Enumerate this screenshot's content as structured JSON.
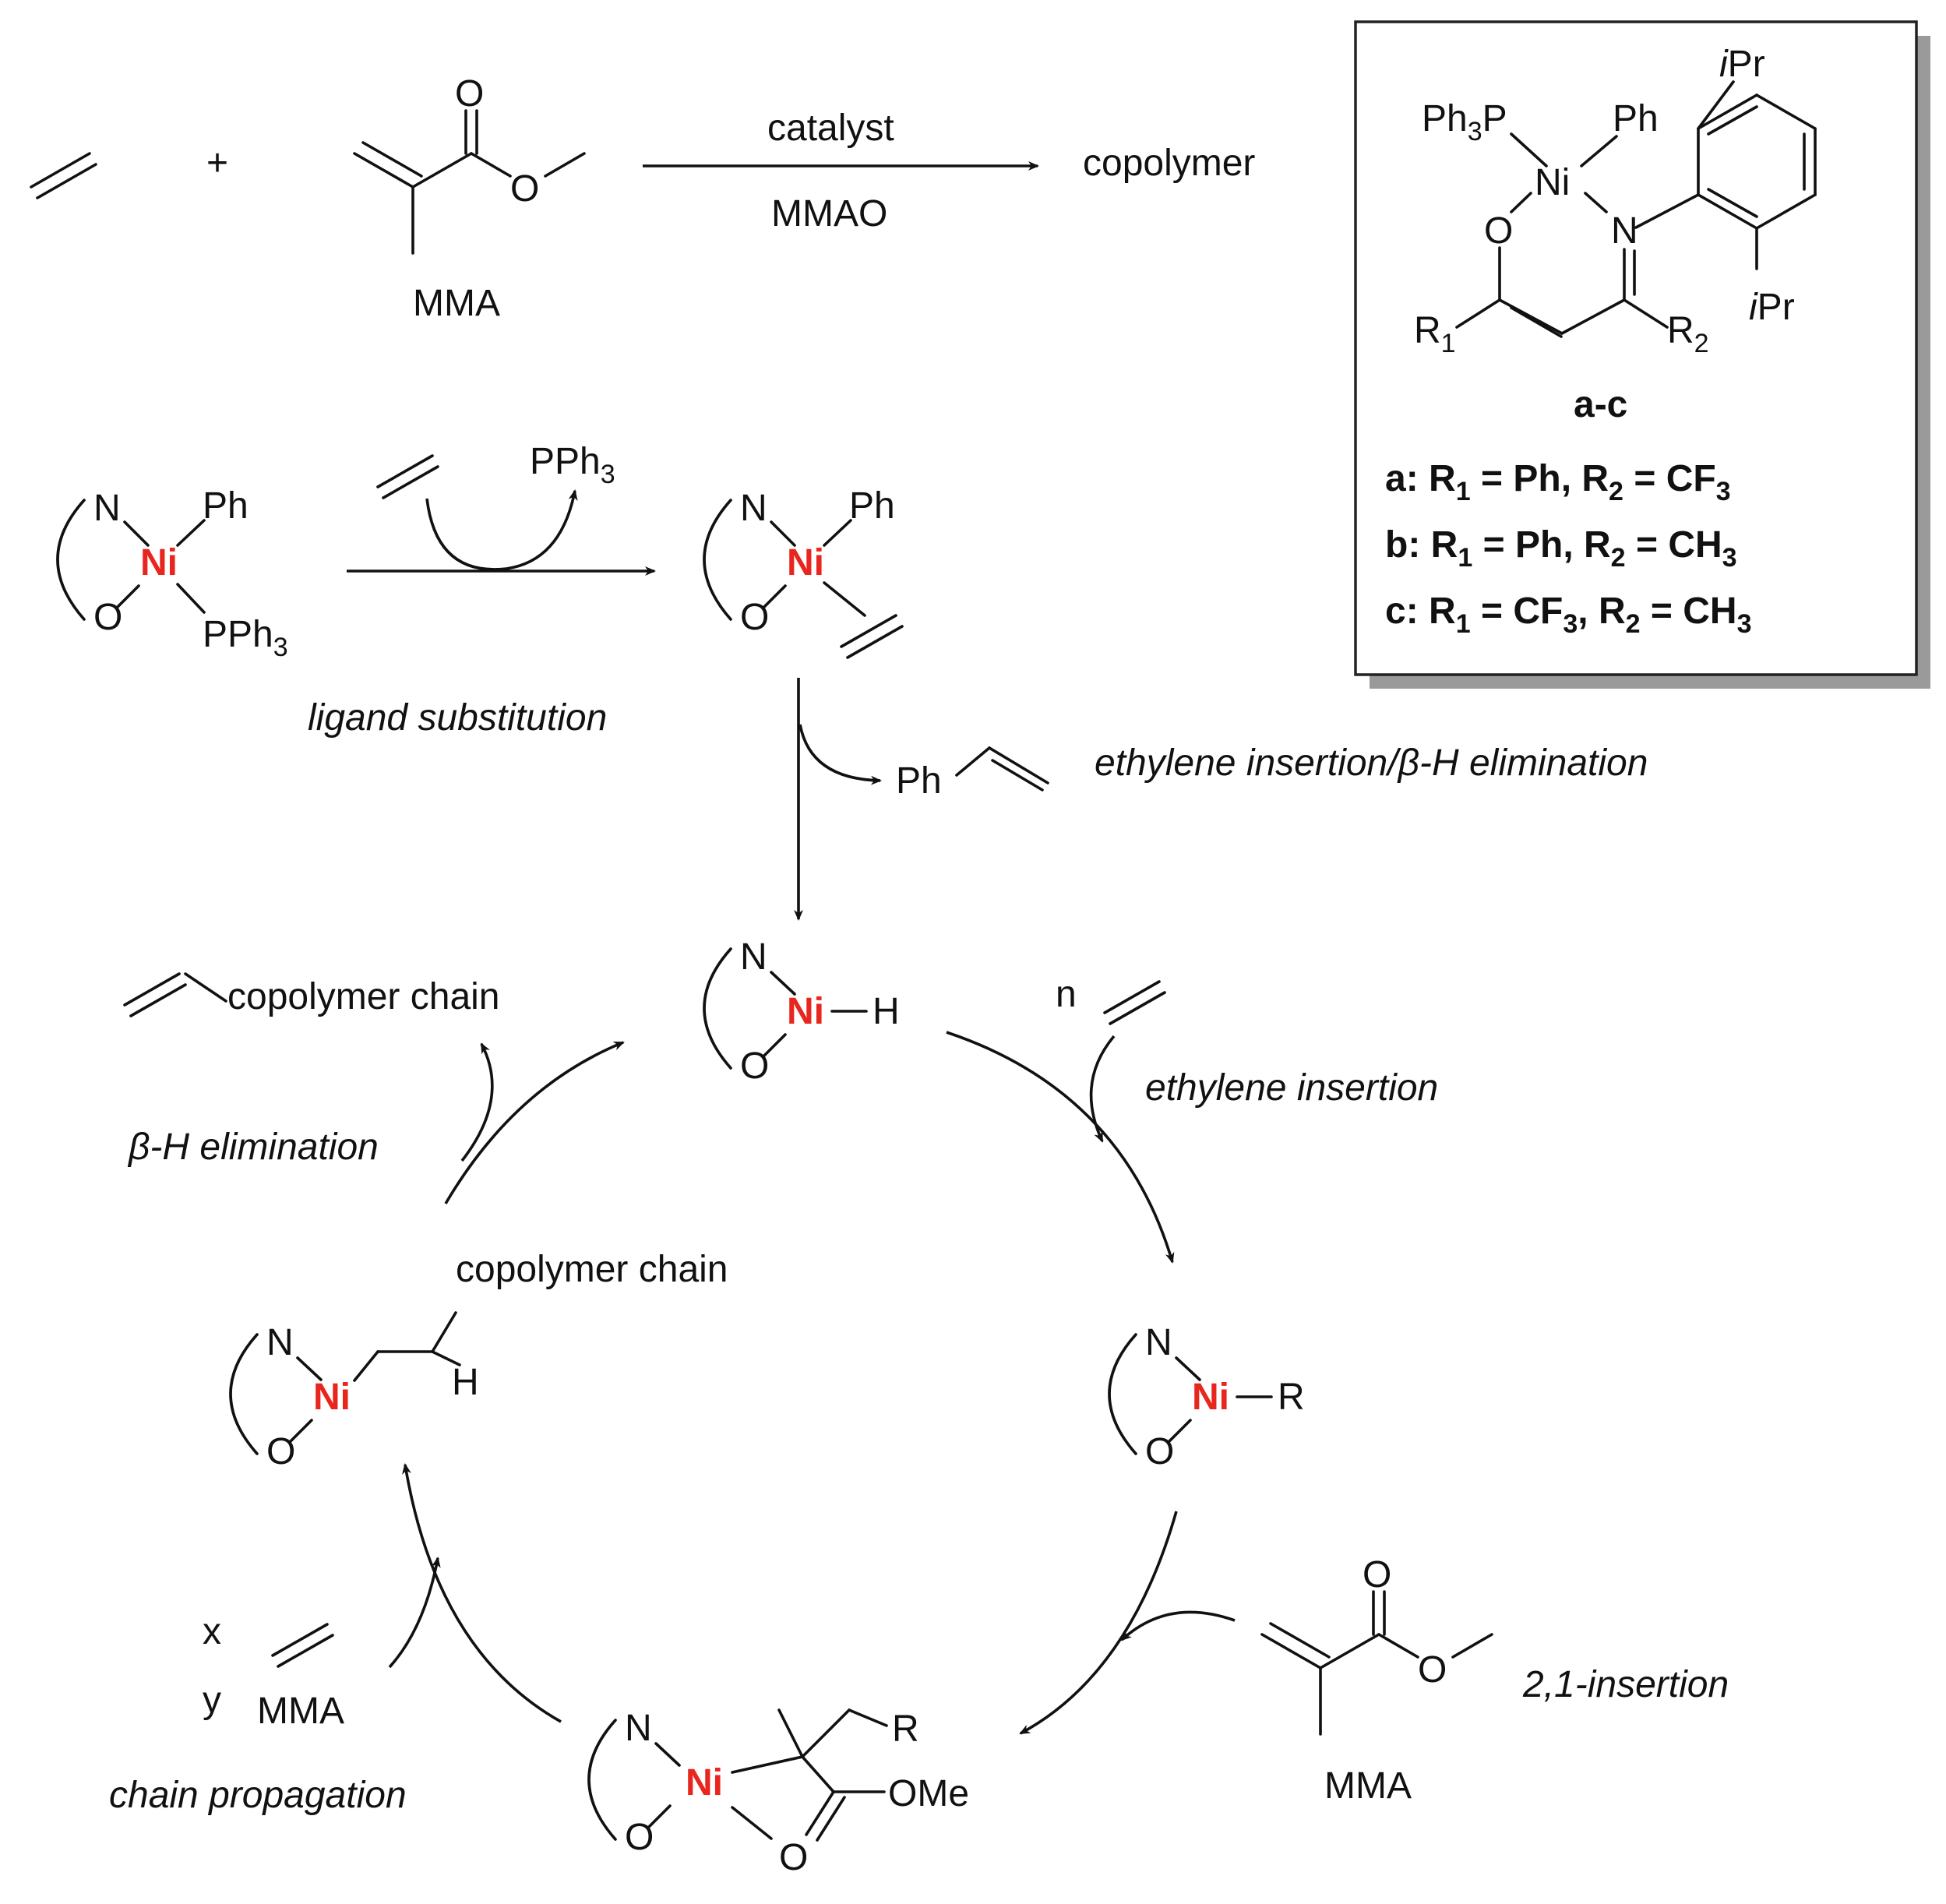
{
  "top_reaction": {
    "plus": "+",
    "mma_label": "MMA",
    "arrow_above": "catalyst",
    "arrow_below": "MMAO",
    "product": "copolymer",
    "atom_O": "O"
  },
  "catalyst_box": {
    "ipr": "iPr",
    "ph3p": "Ph",
    "ph3p_sub": "3",
    "ph3p_end": "P",
    "ph": "Ph",
    "ni": "Ni",
    "o": "O",
    "n": "N",
    "r1": "R",
    "r1_sub": "1",
    "r2": "R",
    "r2_sub": "2",
    "compound_label": "a-c",
    "variants": [
      {
        "id": "a:",
        "r1": "Ph",
        "r2_main": "CF",
        "r2_sub": "3"
      },
      {
        "id": "b:",
        "r1": "Ph",
        "r2_main": "CH",
        "r2_sub": "3"
      },
      {
        "id": "c:",
        "r1_main": "CF",
        "r1_sub": "3",
        "r2_main": "CH",
        "r2_sub": "3"
      }
    ],
    "variant_text": {
      "r_letter": "R",
      "sub1": "1",
      "sub2": "2",
      "eq": "=",
      "comma": ","
    }
  },
  "mechanism": {
    "ligand_substitution": "ligand substitution",
    "ethylene_insertion_beta": "ethylene insertion/β-H elimination",
    "ethylene_insertion": "ethylene insertion",
    "beta_h_elimination": "β-H elimination",
    "chain_propagation": "chain propagation",
    "insertion_21": "2,1-insertion",
    "styrene_ph": "Ph",
    "pph3_main": "PPh",
    "pph3_sub": "3",
    "copolymer_chain": "copolymer chain",
    "n_count": "n",
    "x_count": "x",
    "y_count": "y",
    "mma": "MMA",
    "ome": "OMe",
    "r": "R",
    "h": "H",
    "n_atom": "N",
    "o_atom": "O",
    "ni_atom": "Ni",
    "ph": "Ph"
  },
  "colors": {
    "nickel": "#e8261d",
    "ink": "#111111",
    "box_shadow": "#9a9a9a"
  }
}
